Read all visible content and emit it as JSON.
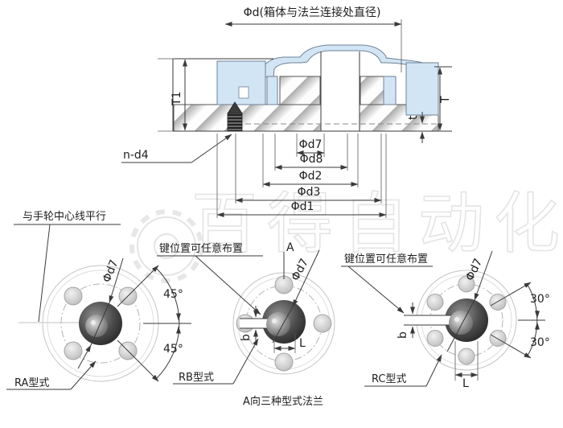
{
  "section": {
    "top_dim": "Φd(箱体与法兰连接处直径)",
    "t1": "T1",
    "t_cap": "T",
    "t_small": "t",
    "n_d4": "n-d4",
    "d7": "Φd7",
    "d8": "Φd8",
    "d2": "Φd2",
    "d3": "Φd3",
    "d1": "Φd1"
  },
  "views": {
    "ra": {
      "label": "RA型式",
      "parallel_note": "与手轮中心线平行",
      "d7": "Φd7",
      "angle_up": "45°",
      "angle_down": "45°"
    },
    "rb": {
      "label": "RB型式",
      "key_note": "键位置可任意布置",
      "a_marker": "A",
      "d7": "Φd7",
      "b": "b",
      "l": "L"
    },
    "rc": {
      "label": "RC型式",
      "key_note": "键位置可任意布置",
      "d7": "Φd7",
      "b": "b",
      "l": "L",
      "angle_up": "30°",
      "angle_down": "30°"
    }
  },
  "caption": "A向三种型式法兰",
  "watermark": "百得自动化",
  "colors": {
    "housing": "#d2e5f5",
    "line": "#3a3a3a"
  }
}
